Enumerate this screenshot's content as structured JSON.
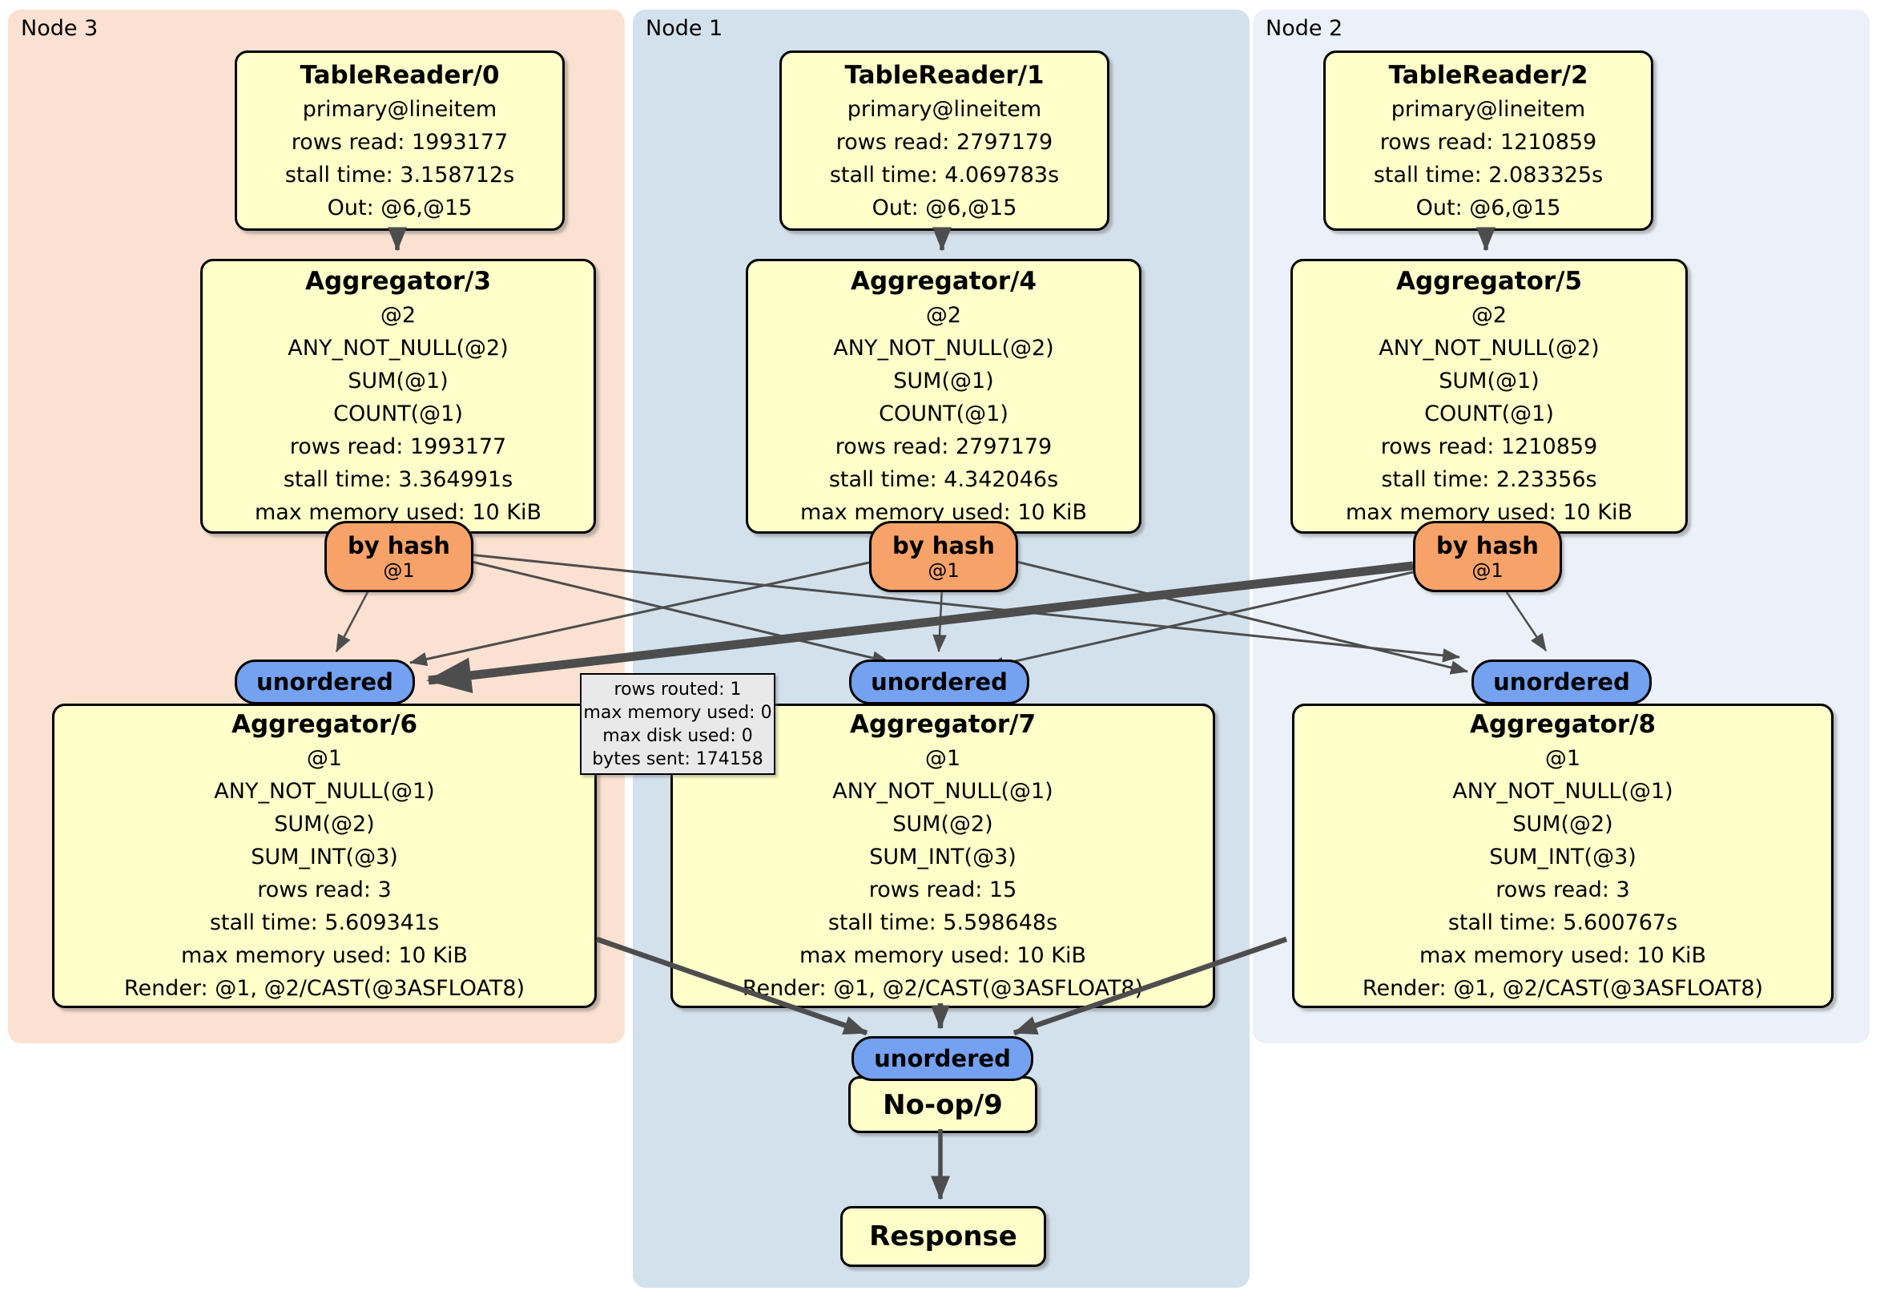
{
  "panels": [
    {
      "label": "Node 3"
    },
    {
      "label": "Node 1"
    },
    {
      "label": "Node 2"
    }
  ],
  "nodes": {
    "tr0": {
      "title": "TableReader/0",
      "lines": [
        "primary@lineitem",
        "rows read: 1993177",
        "stall time: 3.158712s",
        "Out: @6,@15"
      ]
    },
    "tr1": {
      "title": "TableReader/1",
      "lines": [
        "primary@lineitem",
        "rows read: 2797179",
        "stall time: 4.069783s",
        "Out: @6,@15"
      ]
    },
    "tr2": {
      "title": "TableReader/2",
      "lines": [
        "primary@lineitem",
        "rows read: 1210859",
        "stall time: 2.083325s",
        "Out: @6,@15"
      ]
    },
    "agg3": {
      "title": "Aggregator/3",
      "lines": [
        "@2",
        "ANY_NOT_NULL(@2)",
        "SUM(@1)",
        "COUNT(@1)",
        "rows read: 1993177",
        "stall time: 3.364991s",
        "max memory used: 10 KiB"
      ]
    },
    "agg4": {
      "title": "Aggregator/4",
      "lines": [
        "@2",
        "ANY_NOT_NULL(@2)",
        "SUM(@1)",
        "COUNT(@1)",
        "rows read: 2797179",
        "stall time: 4.342046s",
        "max memory used: 10 KiB"
      ]
    },
    "agg5": {
      "title": "Aggregator/5",
      "lines": [
        "@2",
        "ANY_NOT_NULL(@2)",
        "SUM(@1)",
        "COUNT(@1)",
        "rows read: 1210859",
        "stall time: 2.23356s",
        "max memory used: 10 KiB"
      ]
    },
    "agg6": {
      "title": "Aggregator/6",
      "lines": [
        "@1",
        "ANY_NOT_NULL(@1)",
        "SUM(@2)",
        "SUM_INT(@3)",
        "rows read: 3",
        "stall time: 5.609341s",
        "max memory used: 10 KiB",
        "Render: @1, @2/CAST(@3ASFLOAT8)"
      ]
    },
    "agg7": {
      "title": "Aggregator/7",
      "lines": [
        "@1",
        "ANY_NOT_NULL(@1)",
        "SUM(@2)",
        "SUM_INT(@3)",
        "rows read: 15",
        "stall time: 5.598648s",
        "max memory used: 10 KiB",
        "Render: @1, @2/CAST(@3ASFLOAT8)"
      ]
    },
    "agg8": {
      "title": "Aggregator/8",
      "lines": [
        "@1",
        "ANY_NOT_NULL(@1)",
        "SUM(@2)",
        "SUM_INT(@3)",
        "rows read: 3",
        "stall time: 5.600767s",
        "max memory used: 10 KiB",
        "Render: @1, @2/CAST(@3ASFLOAT8)"
      ]
    },
    "noop": {
      "title": "No-op/9"
    },
    "response": {
      "title": "Response"
    }
  },
  "routers": [
    {
      "label": "by hash",
      "sub": "@1"
    },
    {
      "label": "by hash",
      "sub": "@1"
    },
    {
      "label": "by hash",
      "sub": "@1"
    }
  ],
  "streams": [
    {
      "label": "unordered"
    },
    {
      "label": "unordered"
    },
    {
      "label": "unordered"
    },
    {
      "label": "unordered"
    }
  ],
  "tooltip": {
    "lines": [
      "rows routed: 1",
      "max memory used: 0",
      "max disk used: 0",
      "bytes sent: 174158"
    ]
  },
  "colors": {
    "panel_node3": "#fbe1d1",
    "panel_node1": "#d3e1ec",
    "panel_node2": "#ecf1f9",
    "node_fill": "#ffffc9",
    "router_fill": "#f6a269",
    "stream_fill": "#74a1f0",
    "edge": "#4d4d4d",
    "tooltip_fill": "#e9e9e9"
  }
}
